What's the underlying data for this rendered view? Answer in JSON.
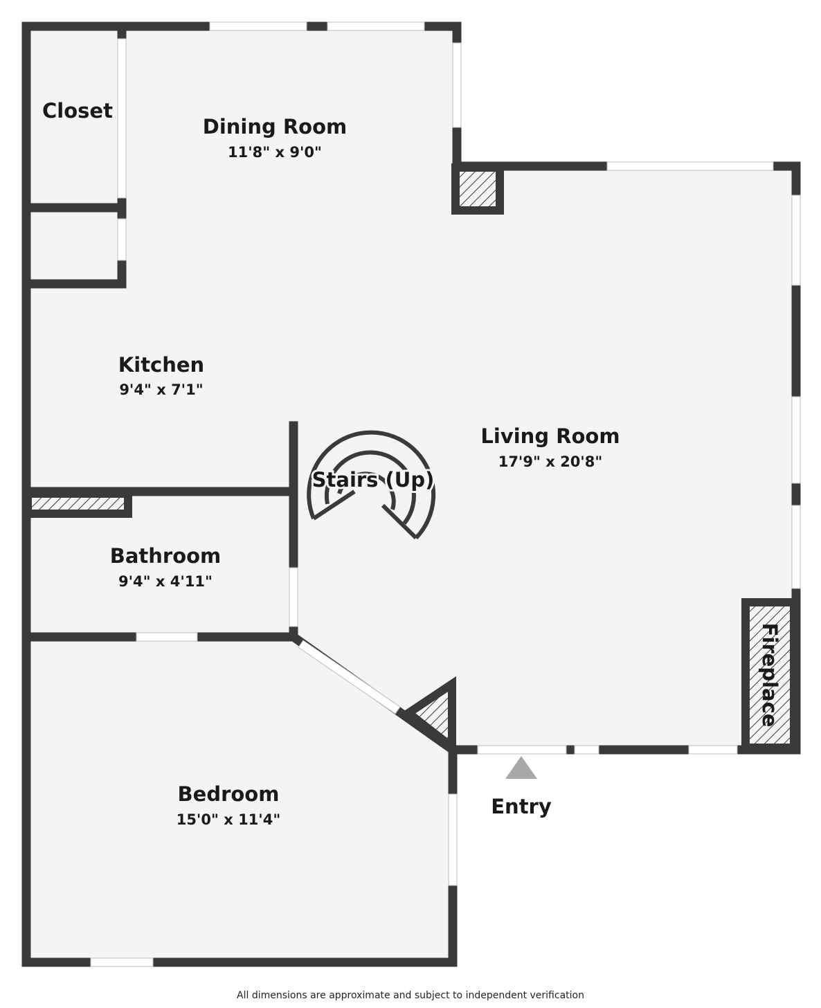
{
  "rooms": {
    "closet": {
      "name": "Closet"
    },
    "dining": {
      "name": "Dining Room",
      "dim": "11'8\" x 9'0\""
    },
    "kitchen": {
      "name": "Kitchen",
      "dim": "9'4\" x 7'1\""
    },
    "living": {
      "name": "Living Room",
      "dim": "17'9\" x 20'8\""
    },
    "stairs": {
      "name": "Stairs (Up)"
    },
    "bathroom": {
      "name": "Bathroom",
      "dim": "9'4\" x 4'11\""
    },
    "bedroom": {
      "name": "Bedroom",
      "dim": "15'0\" x 11'4\""
    },
    "fireplace": {
      "name": "Fireplace"
    },
    "entry": {
      "name": "Entry"
    }
  },
  "footer": {
    "disclaimer": "All dimensions are approximate and subject to independent verification"
  },
  "colors": {
    "wall": "#3a3a3a",
    "floor": "#f4f4f4",
    "window": "#ffffff",
    "entry_marker": "#a8a8a8"
  }
}
